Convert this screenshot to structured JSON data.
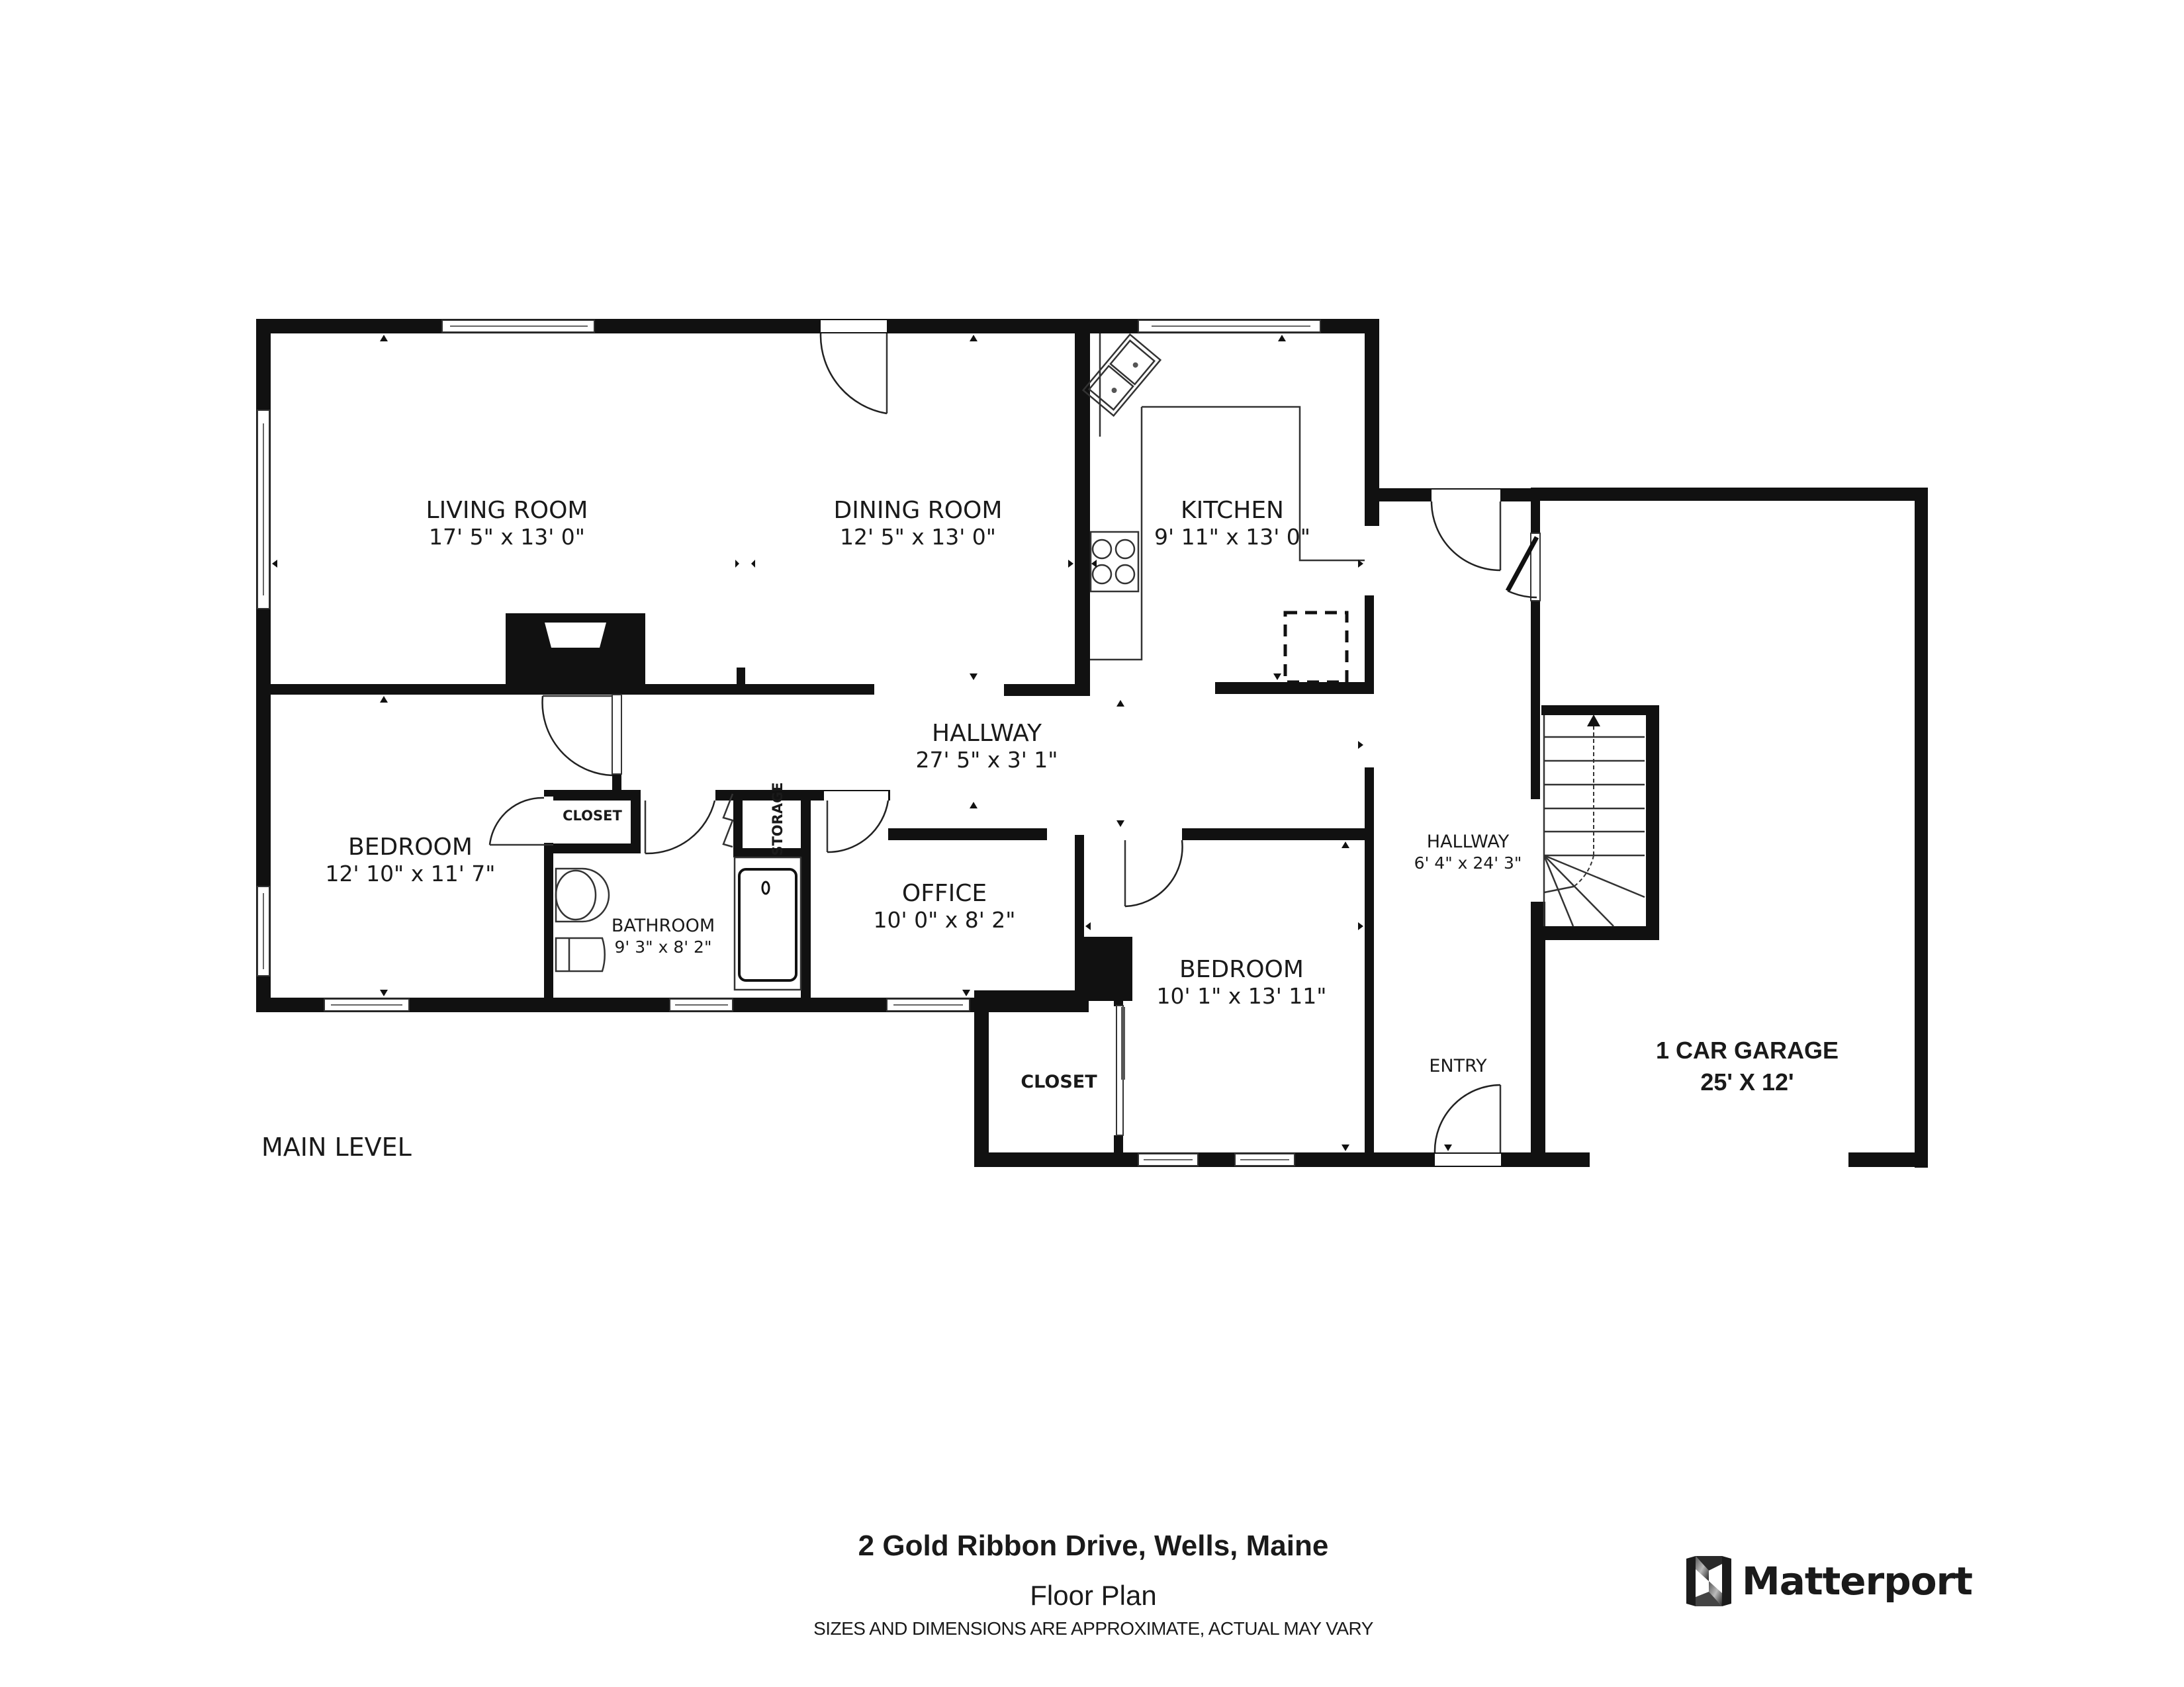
{
  "level_label": "MAIN LEVEL",
  "rooms": {
    "living_room": {
      "name": "LIVING ROOM",
      "dims": "17' 5\" x 13' 0\""
    },
    "dining_room": {
      "name": "DINING ROOM",
      "dims": "12' 5\" x 13' 0\""
    },
    "kitchen": {
      "name": "KITCHEN",
      "dims": "9' 11\" x 13' 0\""
    },
    "hallway_main": {
      "name": "HALLWAY",
      "dims": "27' 5\" x 3' 1\""
    },
    "bedroom_left": {
      "name": "BEDROOM",
      "dims": "12' 10\" x 11' 7\""
    },
    "closet_small": {
      "name": "CLOSET"
    },
    "storage": {
      "name": "STORAGE"
    },
    "bathroom": {
      "name": "BATHROOM",
      "dims": "9' 3\" x 8' 2\""
    },
    "office": {
      "name": "OFFICE",
      "dims": "10' 0\" x 8' 2\""
    },
    "bedroom_right": {
      "name": "BEDROOM",
      "dims": "10' 1\" x 13' 11\""
    },
    "closet_lower": {
      "name": "CLOSET"
    },
    "hallway_side": {
      "name": "HALLWAY",
      "dims": "6' 4\" x 24' 3\""
    },
    "entry": {
      "name": "ENTRY"
    },
    "garage": {
      "name": "1 CAR GARAGE",
      "dims": "25' X 12'"
    }
  },
  "footer": {
    "address": "2 Gold Ribbon Drive, Wells, Maine",
    "subtitle": "Floor Plan",
    "disclaimer": "SIZES AND DIMENSIONS ARE APPROXIMATE, ACTUAL MAY VARY"
  },
  "brand": {
    "name": "Matterport",
    "icon": "matterport-logo-icon"
  },
  "colors": {
    "wall": "#111111",
    "background": "#ffffff",
    "text": "#1a1a1a"
  }
}
